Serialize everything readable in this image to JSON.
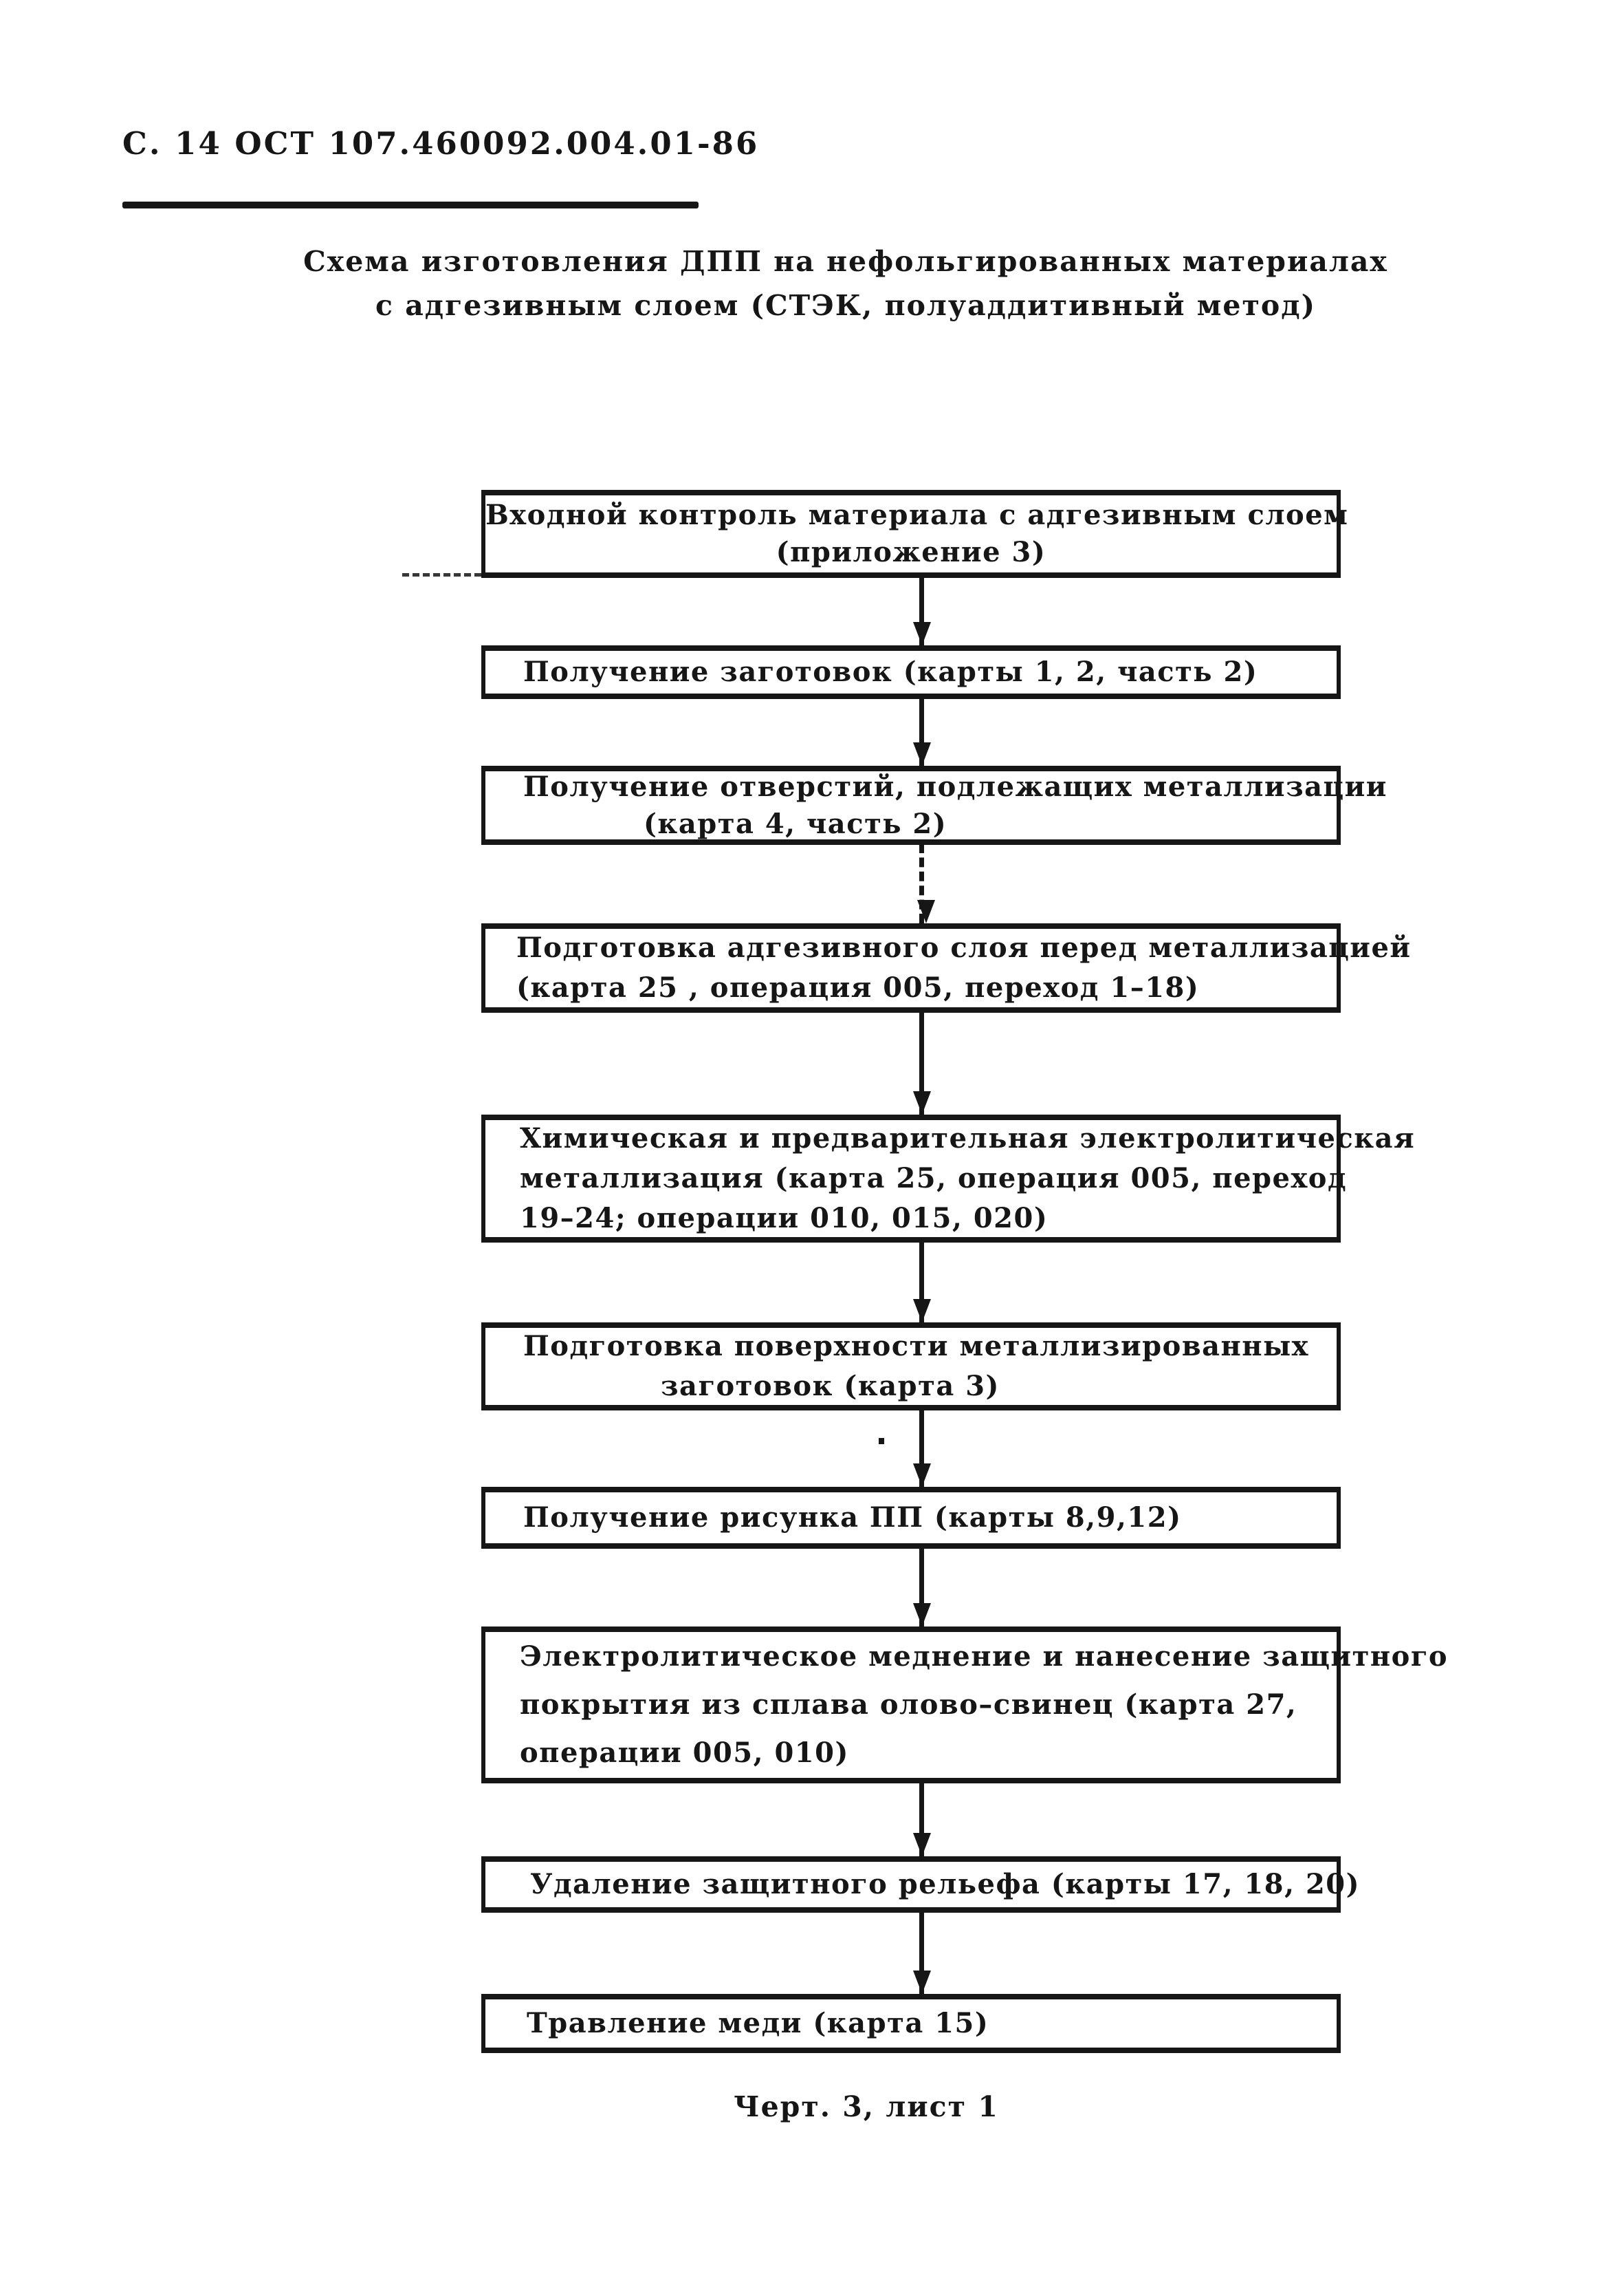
{
  "colors": {
    "ink": "#161616",
    "paper": "#ffffff"
  },
  "header": {
    "text": "С. 14 ОСТ 107.460092.004.01-86"
  },
  "title": {
    "line1": "Схема изготовления ДПП на нефольгированных материалах",
    "line2": "с адгезивным слоем (СТЭК, полуаддитивный метод)"
  },
  "flowchart": {
    "boxes": [
      {
        "lines": [
          "Входной контроль материала с адгезивным слоем",
          "(приложение 3)"
        ]
      },
      {
        "lines": [
          "Получение заготовок (карты 1, 2, часть 2)"
        ]
      },
      {
        "lines": [
          "Получение отверстий, подлежащих металлизации",
          "(карта 4, часть 2)"
        ]
      },
      {
        "lines": [
          "Подготовка адгезивного слоя перед металлизацией",
          "(карта 25 , операция 005, переход 1–18)"
        ]
      },
      {
        "lines": [
          "Химическая и предварительная электролитическая",
          "металлизация (карта 25, операция 005, переход",
          "19–24; операции 010, 015, 020)"
        ]
      },
      {
        "lines": [
          "Подготовка поверхности металлизированных",
          "заготовок (карта 3)"
        ]
      },
      {
        "lines": [
          "Получение рисунка ПП (карты 8,9,12)"
        ]
      },
      {
        "lines": [
          "Электролитическое меднение и нанесение защитного",
          "покрытия из сплава олово–свинец (карта 27,",
          "операции 005, 010)"
        ]
      },
      {
        "lines": [
          "Удаление защитного рельефа (карты 17, 18, 20)"
        ]
      },
      {
        "lines": [
          "Травление меди (карта 15)"
        ]
      }
    ]
  },
  "caption": {
    "text": "Черт. 3, лист 1"
  }
}
